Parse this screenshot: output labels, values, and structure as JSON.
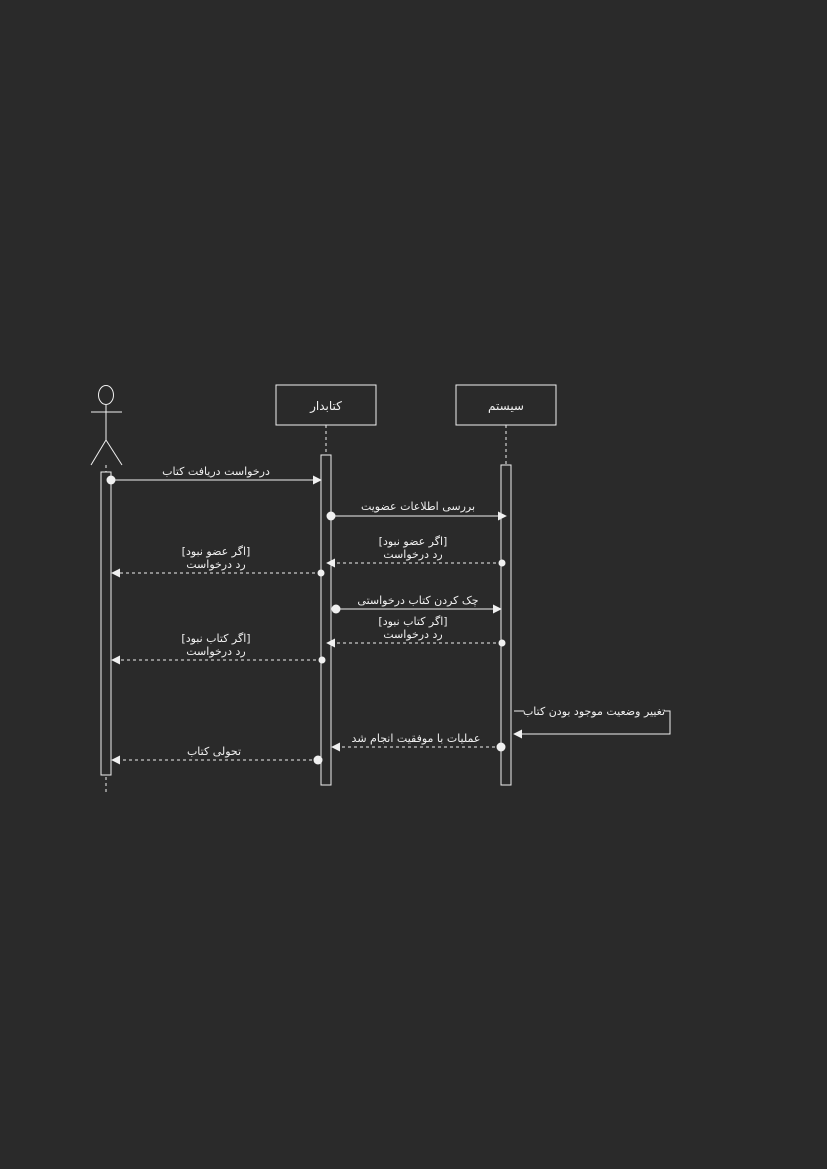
{
  "colors": {
    "background": "#2a2a2a",
    "stroke": "#f0f0f0",
    "text": "#f0f0f0"
  },
  "participants": {
    "actor": {
      "label": "",
      "icon": "stick-figure-icon"
    },
    "librarian": {
      "label": "کتابدار"
    },
    "system": {
      "label": "سیستم"
    }
  },
  "messages": {
    "m1": {
      "label": "درخواست دریافت کتاب",
      "style": "solid"
    },
    "m2": {
      "label": "بررسی اطلاعات عضویت",
      "style": "solid"
    },
    "m3": {
      "line1": "[اگر عضو نبود]",
      "line2": "رد درخواست",
      "style": "dashed"
    },
    "m4": {
      "line1": "[اگر عضو نبود]",
      "line2": "رد درخواست",
      "style": "dashed"
    },
    "m5": {
      "label": "چک کردن کتاب درخواستی",
      "style": "solid"
    },
    "m6": {
      "line1": "[اگر کتاب نبود]",
      "line2": "رد درخواست",
      "style": "dashed"
    },
    "m7": {
      "line1": "[اگر کتاب نبود]",
      "line2": "رد درخواست",
      "style": "dashed"
    },
    "m8": {
      "label": "تغییر وضعیت موجود بودن کتاب",
      "style": "solid",
      "kind": "self"
    },
    "m9": {
      "label": "عملیات با موفقیت انجام شد",
      "style": "dashed"
    },
    "m10": {
      "label": "تحولی کتاب",
      "style": "dashed"
    }
  }
}
